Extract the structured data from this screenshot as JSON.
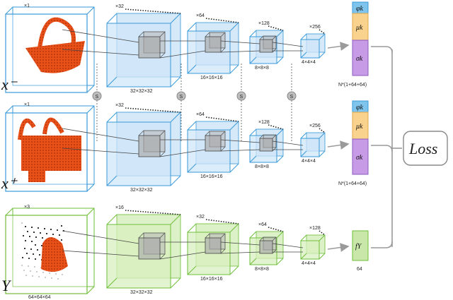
{
  "rows": [
    {
      "input_label": "x⁻",
      "input_mult": "×1",
      "input_size": "",
      "mults": [
        "×32",
        "×64",
        "×128",
        "×256"
      ],
      "sizes": [
        "32×32×32",
        "16×16×16",
        "8×8×8",
        "4×4×4"
      ],
      "outputs": [
        "φk",
        "μk",
        "σk"
      ],
      "output_label": "N*(1+64+64)"
    },
    {
      "input_label": "x⁺",
      "input_mult": "×1",
      "input_size": "",
      "mults": [
        "×32",
        "×64",
        "×128",
        "×256"
      ],
      "sizes": [
        "32×32×32",
        "16×16×16",
        "8×8×8",
        "4×4×4"
      ],
      "outputs": [
        "φk",
        "μk",
        "σk"
      ],
      "output_label": "N*(1+64+64)"
    },
    {
      "input_label": "Y",
      "input_mult": "×3",
      "input_size": "64×64×64",
      "mults": [
        "×16",
        "×32",
        "×64",
        "×128"
      ],
      "sizes": [
        "32×32×32",
        "16×16×16",
        "8×8×8",
        "4×4×4"
      ],
      "outputs": [
        "fY"
      ],
      "output_label": "64"
    }
  ],
  "share_symbol": "S",
  "loss_label": "Loss",
  "colors": {
    "blue_fill": "#cfe6f8",
    "blue_stroke": "#3a9ad9",
    "green_fill": "#d8efbf",
    "green_stroke": "#6fbf3a",
    "orange_voxel": "#e8501a",
    "phi_fill": "#7fc4ec",
    "mu_fill": "#f9d28d",
    "sigma_fill": "#c89be6",
    "fy_fill": "#c9e7a8"
  }
}
